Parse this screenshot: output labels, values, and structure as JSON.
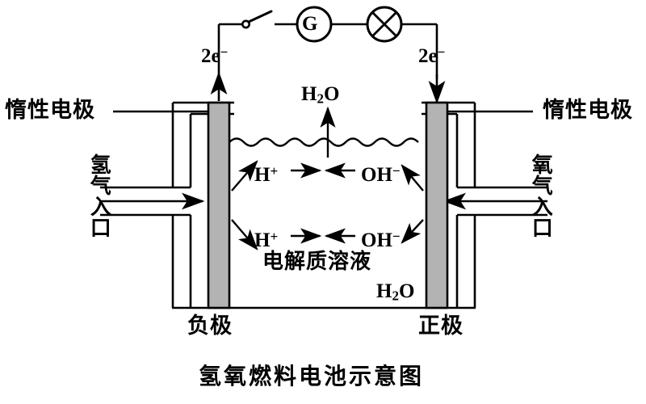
{
  "diagram": {
    "caption": "氢氧燃料电池示意图",
    "colors": {
      "stroke": "#000000",
      "electrode_fill": "#b3b3b3",
      "background": "#ffffff"
    },
    "circuit": {
      "switch_label": "switch-open",
      "galvanometer_label": "G",
      "lamp_label": "lamp-cross-circle",
      "electron_left": "2e",
      "electron_left_charge": "−",
      "electron_right": "2e",
      "electron_right_charge": "−"
    },
    "labels": {
      "electrode_left": "惰性电极",
      "electrode_right": "惰性电极",
      "inlet_left": "氢气入口",
      "inlet_right": "氧气入口",
      "terminal_left": "负极",
      "terminal_right": "正极",
      "solution": "电解质溶液"
    },
    "species": {
      "water_top": "H2O",
      "water_bottom": "H2O",
      "cation": "H",
      "cation_charge": "+",
      "anion": "OH",
      "anion_charge": "−"
    }
  }
}
